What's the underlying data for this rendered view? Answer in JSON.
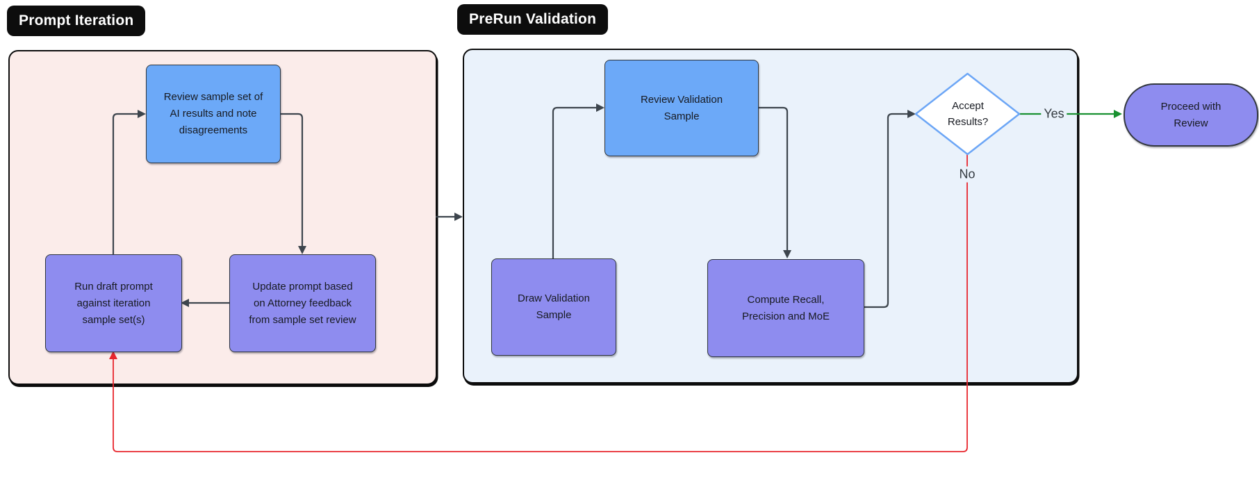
{
  "diagram": {
    "section_labels": {
      "prompt_iteration": "Prompt Iteration",
      "prerun_validation": "PreRun Validation"
    },
    "nodes": {
      "review_sample_set": {
        "type": "process",
        "label": "Review sample set of\nAI results and note\ndisagreements"
      },
      "run_draft_prompt": {
        "type": "process",
        "label": "Run draft prompt\nagainst iteration\nsample set(s)"
      },
      "update_prompt": {
        "type": "process",
        "label": "Update prompt based\non Attorney feedback\nfrom sample set review"
      },
      "review_validation_sample": {
        "type": "process",
        "label": "Review Validation\nSample"
      },
      "draw_validation_sample": {
        "type": "process",
        "label": "Draw Validation\nSample"
      },
      "compute_metrics": {
        "type": "process",
        "label": "Compute Recall,\nPrecision and MoE"
      },
      "accept_results": {
        "type": "decision",
        "label": "Accept\nResults?"
      },
      "proceed_with_review": {
        "type": "terminal",
        "label": "Proceed with\nReview"
      }
    },
    "edge_labels": {
      "yes": "Yes",
      "no": "No"
    },
    "colors": {
      "container_pink": "#FBECEA",
      "container_blue": "#EAF2FB",
      "node_blue": "#6CA9F8",
      "node_purple": "#8E8CEF",
      "diamond_border": "#6CA6F6",
      "edge_gray": "#3d454d",
      "edge_green": "#189130",
      "edge_red": "#e8262d"
    }
  }
}
